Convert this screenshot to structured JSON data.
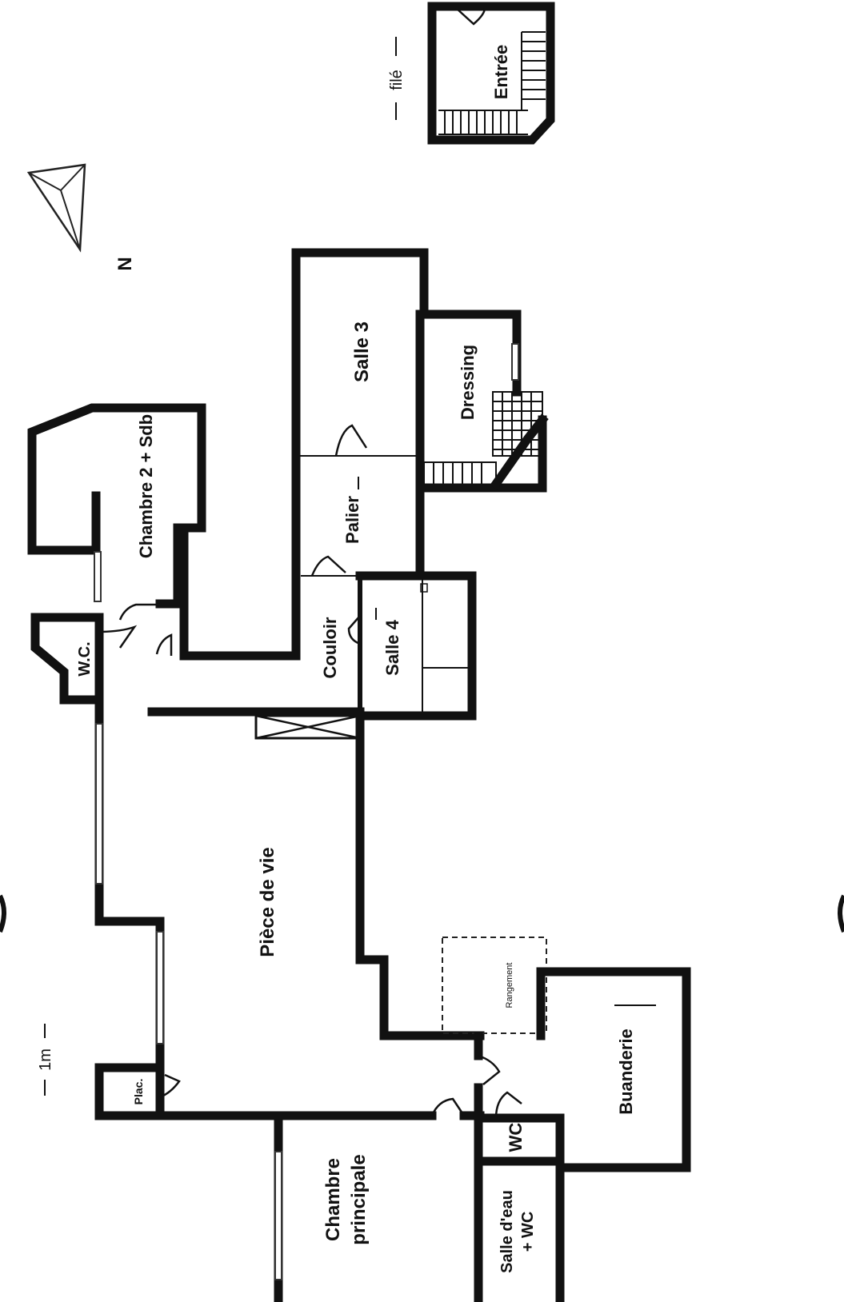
{
  "plan": {
    "rooms": {
      "entree": "Entrée",
      "salle3": "Salle 3",
      "dressing": "Dressing",
      "chambre2": "Chambre 2 + Sdb",
      "palier": "Palier",
      "wc_north": "W.C.",
      "couloir": "Couloir",
      "salle4": "Salle 4",
      "piece_de_vie": "Pièce de vie",
      "placard": "Plac.",
      "rangement": "Rangement",
      "buanderie": "Buanderie",
      "wc_south": "WC",
      "chambre_principale_1": "Chambre",
      "chambre_principale_2": "principale",
      "salle_eau_1": "Salle d'eau",
      "salle_eau_2": "+ WC"
    },
    "annotations": {
      "file_label": "filé",
      "scale_label": "1m",
      "north_label": "N"
    }
  }
}
